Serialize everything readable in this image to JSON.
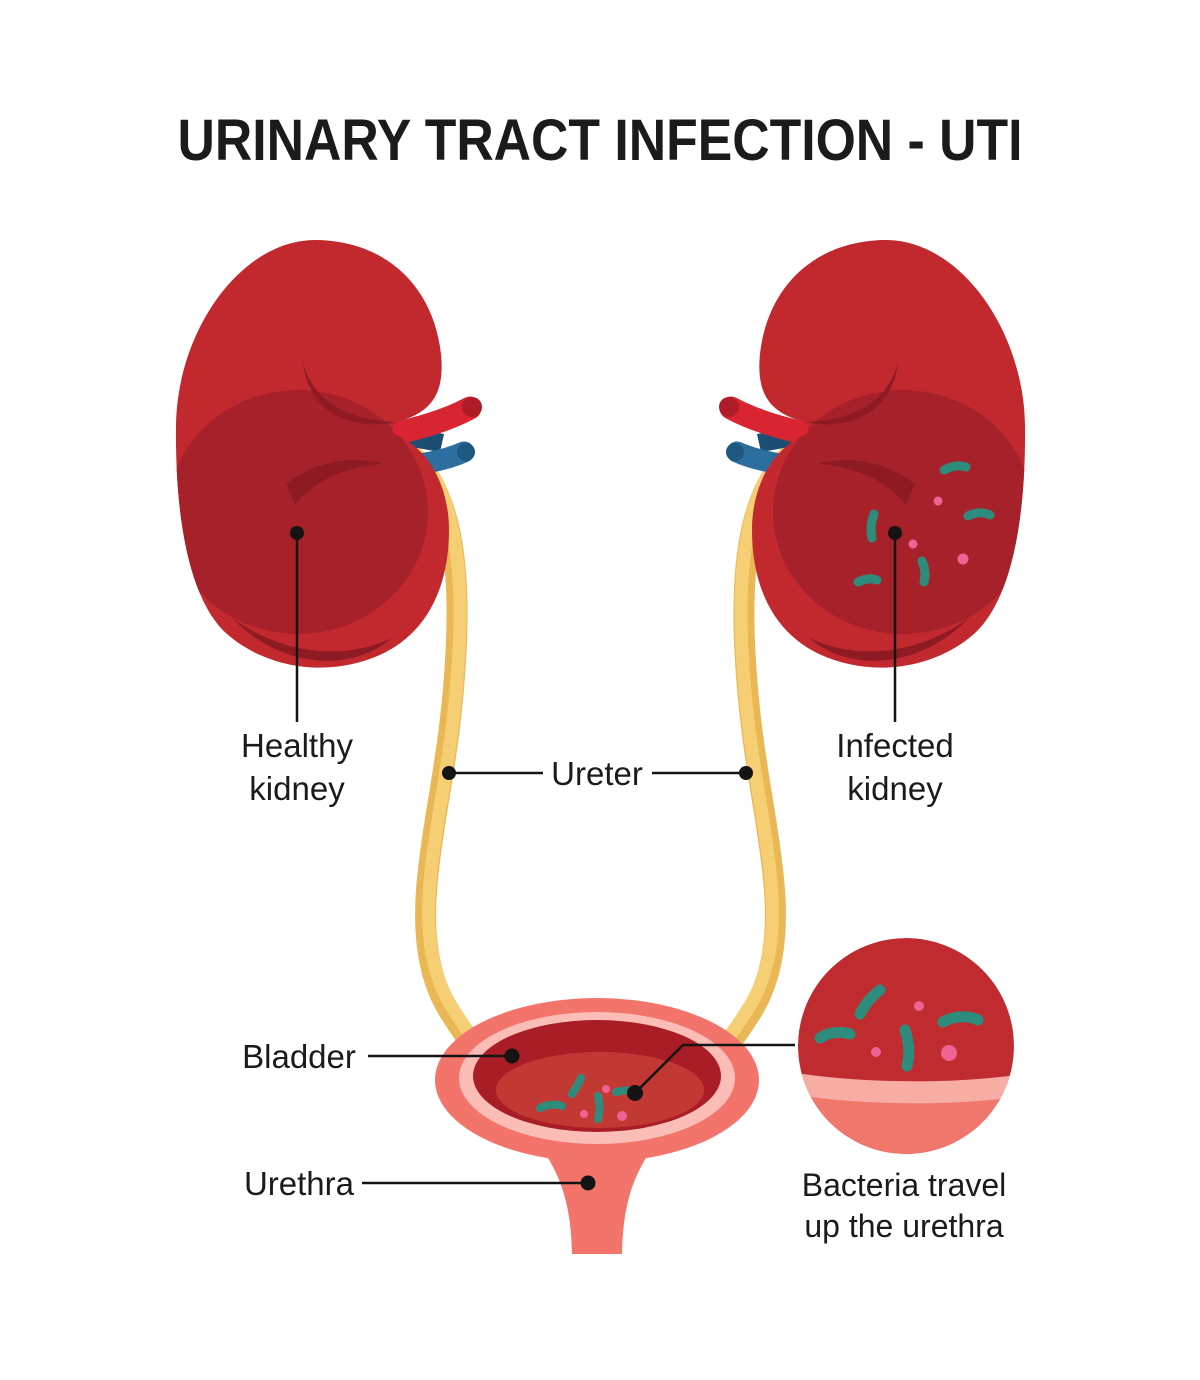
{
  "title": "URINARY TRACT INFECTION - UTI",
  "labels": {
    "healthy_kidney": {
      "lines": [
        "Healthy",
        "kidney"
      ]
    },
    "infected_kidney": {
      "lines": [
        "Infected",
        "kidney"
      ]
    },
    "ureter": {
      "text": "Ureter"
    },
    "bladder": {
      "text": "Bladder"
    },
    "urethra": {
      "text": "Urethra"
    },
    "bacteria_inset": {
      "lines": [
        "Bacteria travel",
        "up the urethra"
      ]
    }
  },
  "colors": {
    "background": "#ffffff",
    "text": "#1b1b1b",
    "leader": "#141414",
    "kidney_body": "#c2292f",
    "kidney_inner": "#a6212a",
    "kidney_fold": "#8e1b23",
    "artery_red": "#d92531",
    "artery_cap": "#ae1c28",
    "vein_blue": "#2c6f9f",
    "vein_cap": "#1d5880",
    "vein_dark": "#1c4e73",
    "ureter_main": "#f6ce74",
    "ureter_shade": "#e9b754",
    "bladder_outer": "#f3746b",
    "bladder_ring": "#fbbdb6",
    "bladder_interior": "#a81d26",
    "bladder_bowl": "#c23832",
    "inset_top": "#c02b2f",
    "inset_band": "#f7aca4",
    "inset_bottom": "#f0776b",
    "bacteria_teal": "#2e8c7d",
    "bacteria_pink": "#ee6394"
  }
}
